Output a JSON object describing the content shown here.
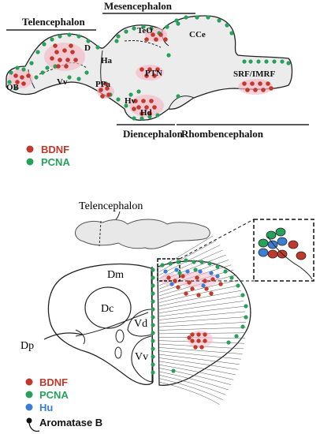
{
  "colors": {
    "bdnf": "#c0392b",
    "pcna": "#27a05a",
    "hu": "#3a7fd5",
    "highlight": "#f5b8c8",
    "brain_fill": "#ececec",
    "outline": "#222222"
  },
  "top_diagram": {
    "regions": {
      "telencephalon": "Telencephalon",
      "mesencephalon": "Mesencephalon",
      "diencephalon": "Diencephalon",
      "rhombencephalon": "Rhombencephalon"
    },
    "nuclei": {
      "teo": "TeO",
      "cce": "CCe",
      "d": "D",
      "ha": "Ha",
      "ptn": "PTN",
      "ob": "OB",
      "vv": "Vv",
      "ppa": "PPa",
      "hv": "Hv",
      "hd": "Hd",
      "srf": "SRF/IMRF"
    }
  },
  "legend_top": [
    {
      "label": "BDNF",
      "color_key": "bdnf"
    },
    {
      "label": "PCNA",
      "color_key": "pcna"
    }
  ],
  "bottom_diagram": {
    "small_brain_label": "Telencephalon",
    "sections": {
      "dm": "Dm",
      "dc": "Dc",
      "vd": "Vd",
      "vv": "Vv",
      "dp": "Dp"
    }
  },
  "legend_bottom": [
    {
      "label": "BDNF",
      "color_key": "bdnf"
    },
    {
      "label": "PCNA",
      "color_key": "pcna"
    },
    {
      "label": "Hu",
      "color_key": "hu"
    },
    {
      "label": "Aromatase B",
      "color_key": "outline"
    }
  ]
}
